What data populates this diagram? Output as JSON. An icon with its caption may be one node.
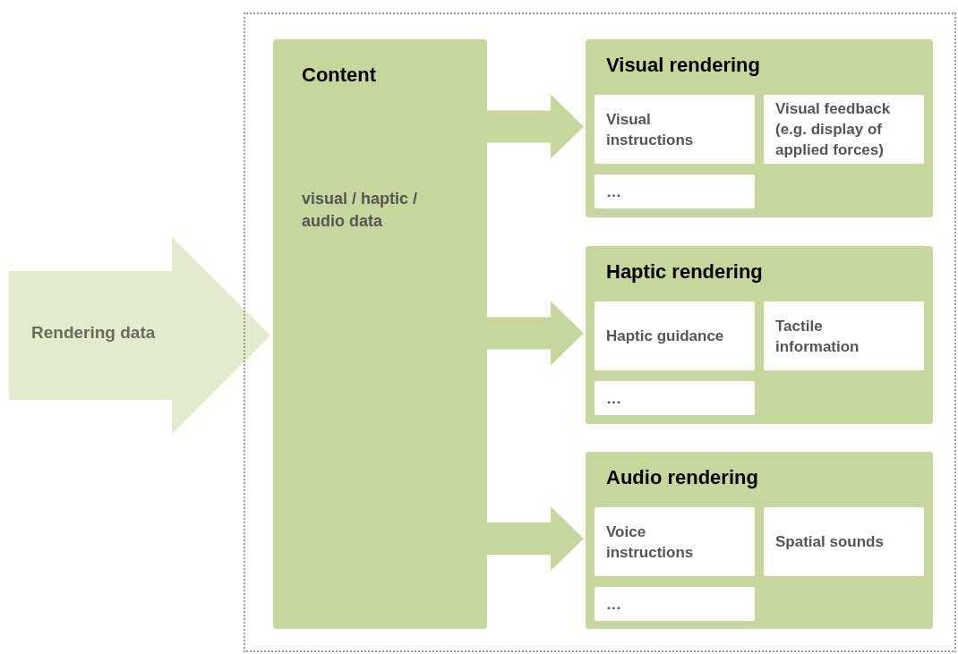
{
  "diagram": {
    "nodes": [
      {
        "text": [
          "Rendering data"
        ]
      },
      {
        "text": [],
        "shape": "box"
      },
      {
        "text": [
          "Content",
          "visual / haptic / audio data"
        ],
        "in": 1
      },
      {
        "text": [
          "Visual rendering"
        ],
        "in": 1
      },
      {
        "text": [
          "Visual instructions"
        ],
        "in": 3
      },
      {
        "text": [
          "Visual feedback (e.g. display of applied forces)"
        ],
        "in": 3
      },
      {
        "text": [
          "…"
        ],
        "in": 3
      },
      {
        "text": [
          "Haptic rendering"
        ],
        "in": 1
      },
      {
        "text": [
          "Haptic guidance"
        ],
        "in": 7
      },
      {
        "text": [
          "Tactile information"
        ],
        "in": 7
      },
      {
        "text": [
          "…"
        ],
        "in": 7
      },
      {
        "text": [
          "Audio rendering"
        ],
        "in": 1
      },
      {
        "text": [
          "Voice instructions"
        ],
        "in": 11
      },
      {
        "text": [
          "Spatial sounds"
        ],
        "in": 11
      },
      {
        "text": [
          "…"
        ],
        "in": 11
      }
    ],
    "edges": [
      {
        "from": 2,
        "to": 3,
        "arrow": "to"
      },
      {
        "from": 2,
        "to": 7,
        "arrow": "to"
      },
      {
        "from": 2,
        "to": 11,
        "arrow": "to"
      }
    ]
  }
}
